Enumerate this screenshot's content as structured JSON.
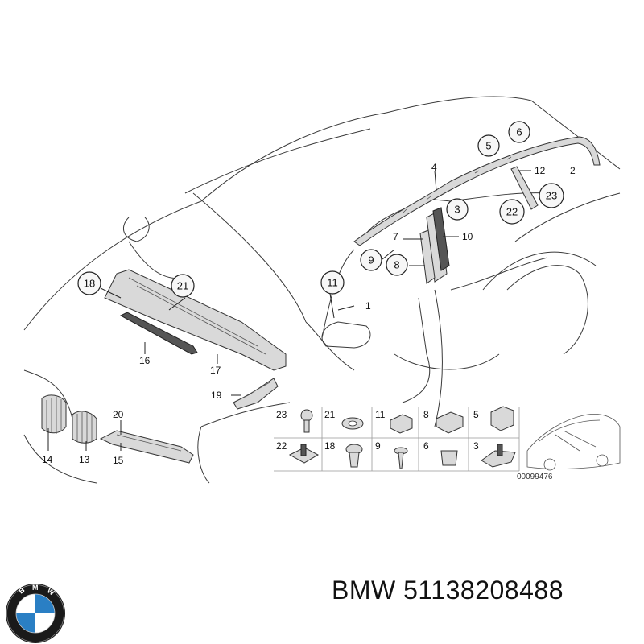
{
  "diagram": {
    "callouts": [
      {
        "id": "c18",
        "label": "18"
      },
      {
        "id": "c21",
        "label": "21"
      },
      {
        "id": "c11",
        "label": "11"
      },
      {
        "id": "c9",
        "label": "9"
      },
      {
        "id": "c8",
        "label": "8"
      },
      {
        "id": "c3",
        "label": "3"
      },
      {
        "id": "c5",
        "label": "5"
      },
      {
        "id": "c6",
        "label": "6"
      },
      {
        "id": "c22",
        "label": "22"
      },
      {
        "id": "c23",
        "label": "23"
      }
    ],
    "labels": [
      {
        "id": "l4",
        "label": "4"
      },
      {
        "id": "l12",
        "label": "12"
      },
      {
        "id": "l2",
        "label": "2"
      },
      {
        "id": "l7",
        "label": "7"
      },
      {
        "id": "l10",
        "label": "10"
      },
      {
        "id": "l1",
        "label": "1"
      },
      {
        "id": "l16",
        "label": "16"
      },
      {
        "id": "l17",
        "label": "17"
      },
      {
        "id": "l19",
        "label": "19"
      },
      {
        "id": "l20",
        "label": "20"
      },
      {
        "id": "l14",
        "label": "14"
      },
      {
        "id": "l13",
        "label": "13"
      },
      {
        "id": "l15",
        "label": "15"
      }
    ],
    "parts_grid": {
      "top_row": [
        "23",
        "21",
        "11",
        "8",
        "5"
      ],
      "bottom_row": [
        "22",
        "18",
        "9",
        "6",
        "3"
      ]
    },
    "reference_number": "00099476"
  },
  "footer": {
    "brand": "BMW",
    "part_number_label": "BMW 51138208488",
    "logo_letters": "BMW",
    "logo_colors": {
      "ring": "#1a1a1a",
      "blue": "#2a7fc4",
      "white": "#ffffff"
    }
  }
}
